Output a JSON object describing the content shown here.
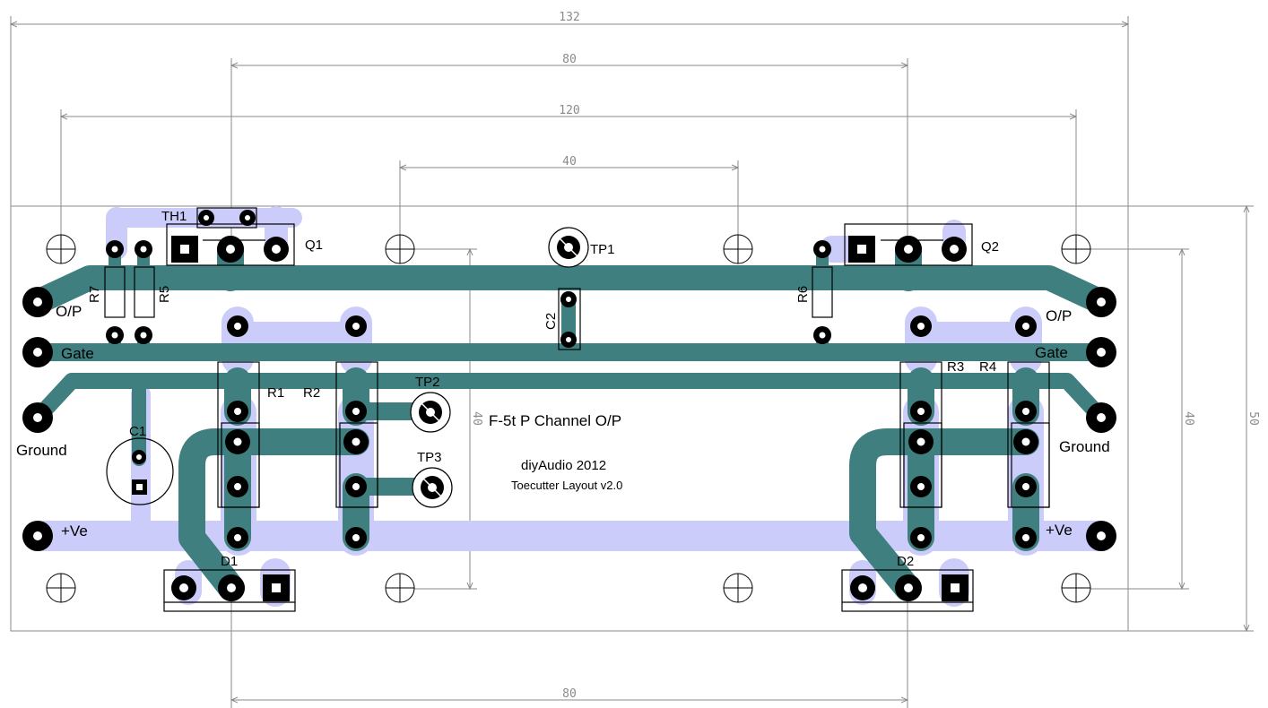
{
  "dimensions": {
    "board_width": "132",
    "q_spacing_top": "80",
    "mount_spacing": "120",
    "inner_spacing": "40",
    "vertical_inner": "40",
    "vertical_mount": "40",
    "board_height": "50",
    "d_spacing_bottom": "80"
  },
  "components": {
    "th1": "TH1",
    "q1": "Q1",
    "q2": "Q2",
    "tp1": "TP1",
    "tp2": "TP2",
    "tp3": "TP3",
    "r1": "R1",
    "r2": "R2",
    "r3": "R3",
    "r4": "R4",
    "r5": "R5",
    "r6": "R6",
    "r7": "R7",
    "c1": "C1",
    "c2": "C2",
    "d1": "D1",
    "d2": "D2"
  },
  "connectors": {
    "op_left": "O/P",
    "gate_left": "Gate",
    "ground_left": "Ground",
    "ve_left": "+Ve",
    "op_right": "O/P",
    "gate_right": "Gate",
    "ground_right": "Ground",
    "ve_right": "+Ve"
  },
  "titles": {
    "main": "F-5t P Channel O/P",
    "credit": "diyAudio 2012",
    "version": "Toecutter Layout v2.0"
  },
  "colors": {
    "top_copper": "#407f7f",
    "bottom_copper": "#ccccfb",
    "pad": "#000000",
    "dimension": "#8a8a8a"
  }
}
